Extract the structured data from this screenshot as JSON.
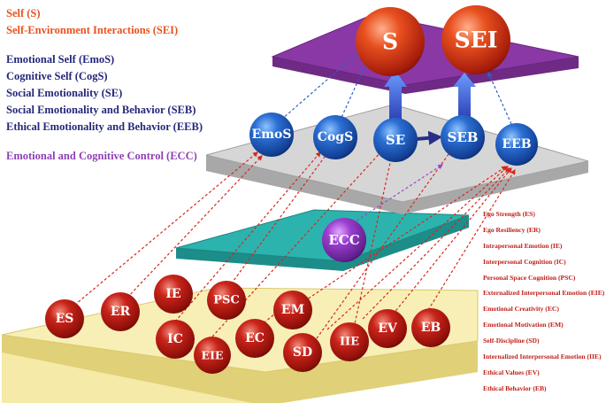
{
  "colors": {
    "self_red": "#e8531e",
    "blue_label": "#24287a",
    "purple_label": "#8f3fb5",
    "right_legend_red": "#c0201a",
    "top_platform": "#8a38a6",
    "upper_platform": "#d6d6d6",
    "middle_platform": "#2cb3ae",
    "bottom_platform": "#f8efb6"
  },
  "legend_top": {
    "self": "Self (S)",
    "sei": "Self-Environment Interactions (SEI)",
    "emos": "Emotional Self (EmoS)",
    "cogs": "Cognitive Self (CogS)",
    "se": "Social Emotionality (SE)",
    "seb": "Social Emotionality and Behavior (SEB)",
    "eeb": "Ethical Emotionality and Behavior (EEB)",
    "ecc": "Emotional and Cognitive Control (ECC)"
  },
  "legend_right": [
    "Ego Strength (ES)",
    "Ego Resiliency (ER)",
    "Intrapersonal Emotion (IE)",
    "Interpersonal Cognition (IC)",
    "Personal Space Cognition (PSC)",
    "Externalized Interpersonal Emotion (EIE)",
    "Emotional Creativity (EC)",
    "Emotional Motivation (EM)",
    "Self-Discipline (SD)",
    "Internalized Interpersonal Emotion (IIE)",
    "Ethical Values (EV)",
    "Ethical Behavior (EB)"
  ],
  "spheres": {
    "s": "S",
    "sei": "SEI",
    "emos": "EmoS",
    "cogs": "CogS",
    "se": "SE",
    "seb": "SEB",
    "eeb": "EEB",
    "ecc": "ECC",
    "es": "ES",
    "er": "ER",
    "ie": "IE",
    "psc": "PSC",
    "em": "EM",
    "ic": "IC",
    "eie": "EIE",
    "ec": "EC",
    "sd": "SD",
    "iie": "IIE",
    "ev": "EV",
    "eb": "EB"
  }
}
